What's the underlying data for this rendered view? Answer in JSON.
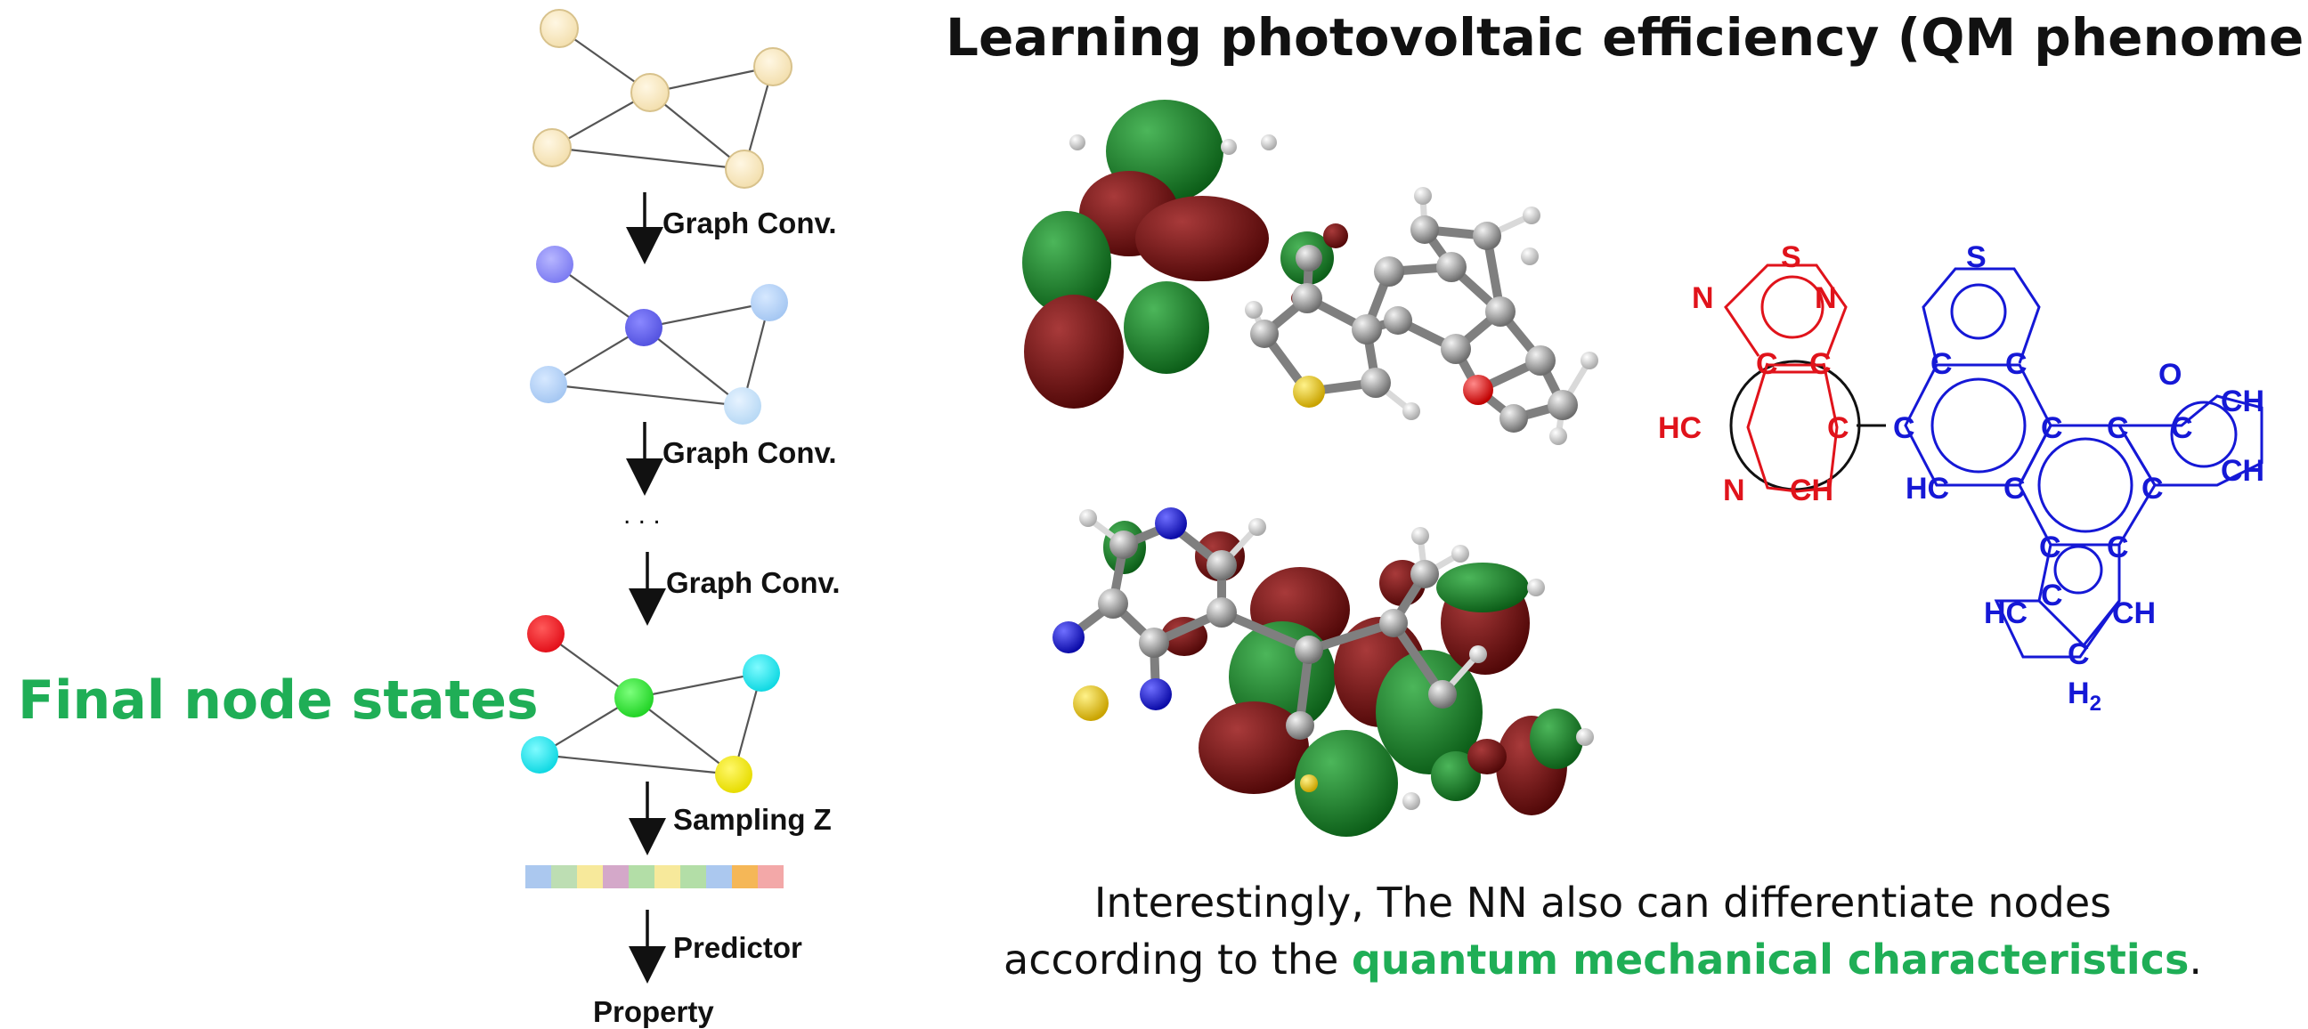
{
  "title": "Learning photovoltaic efficiency (QM phenomena)",
  "side_label": "Final node states",
  "pipeline": {
    "steps": [
      "Graph Conv.",
      "Graph Conv.",
      "Graph Conv.",
      "Sampling Z",
      "Predictor"
    ],
    "ellipsis": ". . .",
    "output": "Property"
  },
  "caption": {
    "line1": "Interestingly, The NN also can differentiate nodes",
    "line2_prefix": "according to the ",
    "line2_highlight": "quantum mechanical characteristics",
    "line2_suffix": "."
  },
  "structure_labels": {
    "red": [
      "S",
      "N",
      "N",
      "C",
      "C",
      "HC",
      "C",
      "N",
      "CH"
    ],
    "blue": [
      "S",
      "C",
      "C",
      "C",
      "C",
      "C",
      "O",
      "CH",
      "CH",
      "HC",
      "C",
      "C",
      "C",
      "C",
      "C",
      "C",
      "HC",
      "CH",
      "C",
      "H2"
    ]
  },
  "colors": {
    "accent_green": "#1fae56",
    "red_fragment": "#e0131b",
    "blue_fragment": "#1518d6",
    "orbital_green": "#0f7a1e",
    "orbital_red": "#6e0d0d"
  }
}
